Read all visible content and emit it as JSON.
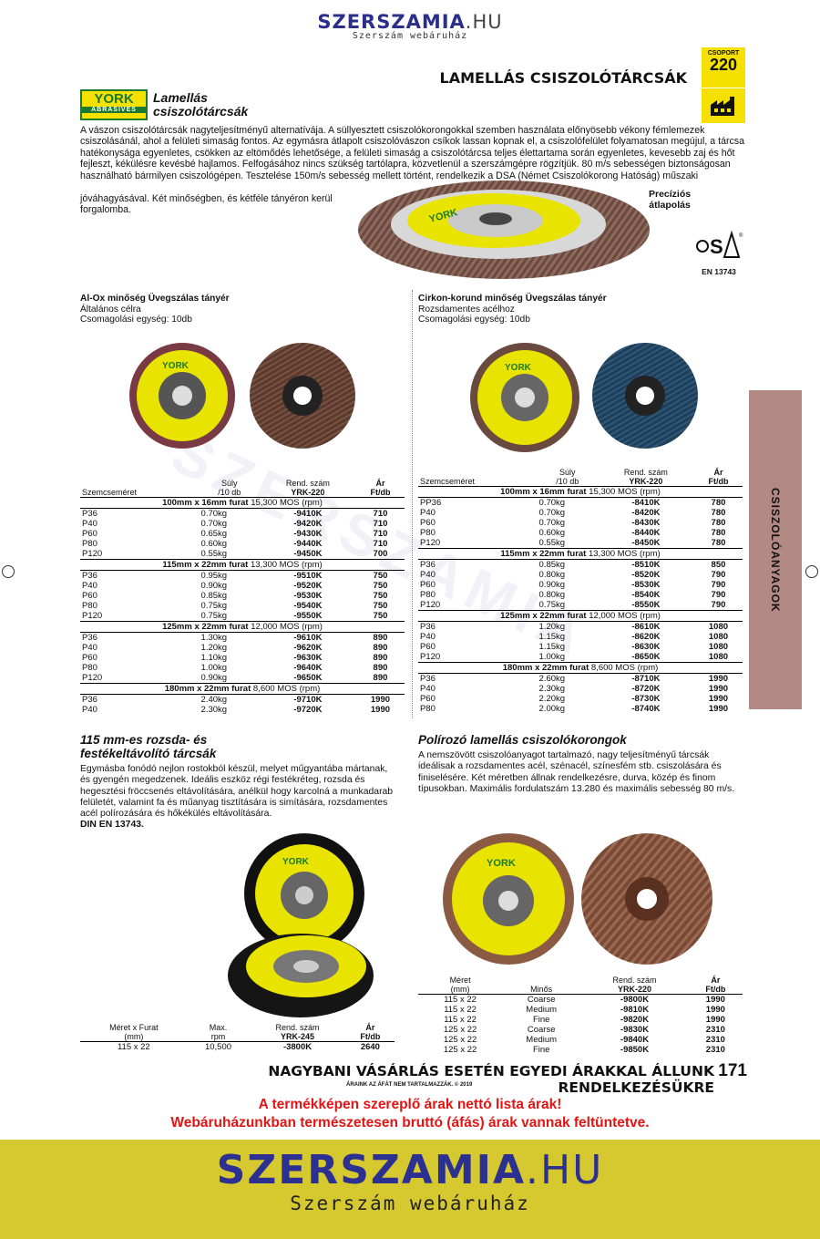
{
  "header": {
    "brand_main": "SZERSZAMIA",
    "brand_suffix": ".HU",
    "tagline": "Szerszám webáruház"
  },
  "category": {
    "title": "LAMELLÁS CSISZOLÓTÁRCSÁK",
    "group_label": "CSOPORT",
    "group_number": "220"
  },
  "brand_logo": {
    "line1": "YORK",
    "line2": "ABRASIVES"
  },
  "intro": {
    "title_line1": "Lamellás",
    "title_line2": "csiszolótárcsák",
    "text_p1": "A vászon csiszolótárcsák nagyteljesítményű alternatívája. A süllyesztett csiszolókorongokkal szemben használata előnyösebb vékony fémlemezek csiszolásánál, ahol a felületi simaság fontos. Az egymásra átlapolt csiszolóvászon csíkok lassan kopnak el, a csiszolófelület folyamatosan megújul, a tárcsa hatékonysága egyenletes, csökken az eltömődés lehetősége, a felületi simaság a csiszolótárcsa teljes élettartama során egyenletes, kevesebb zaj és hőt fejleszt, kékülésre kevésbé hajlamos. Felfogásához nincs szükség tartólapra, közvetlenül a szerszámgépre rögzítjük. 80 m/s sebességen biztonságosan használható bármilyen csiszológépen. Tesztelése 150m/s sebesség mellett történt, rendelkezik a DSA (Német Csiszolókorong Hatóság) műszaki",
    "text_p2": "jóváhagyásával. Két minőségben, és kétféle tányéron kerül forgalomba.",
    "precision_line1": "Precíziós",
    "precision_line2": "átlapolás",
    "osa_label": "EN 13743"
  },
  "left_table": {
    "heading": "Al-Ox minőség Üvegszálas tányér",
    "sub1": "Általános célra",
    "sub2": "Csomagolási egység: 10db",
    "headers": {
      "grit": "Szemcseméret",
      "weight1": "Súly",
      "weight2": "/10 db",
      "code1": "Rend. szám",
      "code2": "YRK-220",
      "price1": "Ár",
      "price2": "Ft/db"
    },
    "sections": [
      {
        "size": "100mm x 16mm furat",
        "speed": "15,300 MOS (rpm)",
        "rows": [
          [
            "P36",
            "0.70kg",
            "-9410K",
            "710"
          ],
          [
            "P40",
            "0.70kg",
            "-9420K",
            "710"
          ],
          [
            "P60",
            "0.65kg",
            "-9430K",
            "710"
          ],
          [
            "P80",
            "0.60kg",
            "-9440K",
            "710"
          ],
          [
            "P120",
            "0.55kg",
            "-9450K",
            "700"
          ]
        ]
      },
      {
        "size": "115mm x 22mm furat",
        "speed": "13,300 MOS (rpm)",
        "rows": [
          [
            "P36",
            "0.95kg",
            "-9510K",
            "750"
          ],
          [
            "P40",
            "0.90kg",
            "-9520K",
            "750"
          ],
          [
            "P60",
            "0.85kg",
            "-9530K",
            "750"
          ],
          [
            "P80",
            "0.75kg",
            "-9540K",
            "750"
          ],
          [
            "P120",
            "0.75kg",
            "-9550K",
            "750"
          ]
        ]
      },
      {
        "size": "125mm x 22mm furat",
        "speed": "12,000 MOS (rpm)",
        "rows": [
          [
            "P36",
            "1.30kg",
            "-9610K",
            "890"
          ],
          [
            "P40",
            "1.20kg",
            "-9620K",
            "890"
          ],
          [
            "P60",
            "1.10kg",
            "-9630K",
            "890"
          ],
          [
            "P80",
            "1.00kg",
            "-9640K",
            "890"
          ],
          [
            "P120",
            "0.90kg",
            "-9650K",
            "890"
          ]
        ]
      },
      {
        "size": "180mm x 22mm furat",
        "speed": "8,600 MOS (rpm)",
        "rows": [
          [
            "P36",
            "2.40kg",
            "-9710K",
            "1990"
          ],
          [
            "P40",
            "2.30kg",
            "-9720K",
            "1990"
          ]
        ]
      }
    ]
  },
  "right_table": {
    "heading": "Cirkon-korund minőség Üvegszálas tányér",
    "sub1": "Rozsdamentes acélhoz",
    "sub2": "Csomagolási egység: 10db",
    "headers": {
      "grit": "Szemcseméret",
      "weight1": "Súly",
      "weight2": "/10 db",
      "code1": "Rend. szám",
      "code2": "YRK-220",
      "price1": "Ár",
      "price2": "Ft/db"
    },
    "sections": [
      {
        "size": "100mm x 16mm furat",
        "speed": "15,300 MOS (rpm)",
        "rows": [
          [
            "PP36",
            "0.70kg",
            "-8410K",
            "780"
          ],
          [
            "P40",
            "0.70kg",
            "-8420K",
            "780"
          ],
          [
            "P60",
            "0.70kg",
            "-8430K",
            "780"
          ],
          [
            "P80",
            "0.60kg",
            "-8440K",
            "780"
          ],
          [
            "P120",
            "0.55kg",
            "-8450K",
            "780"
          ]
        ]
      },
      {
        "size": "115mm x 22mm furat",
        "speed": "13,300 MOS (rpm)",
        "rows": [
          [
            "P36",
            "0.85kg",
            "-8510K",
            "850"
          ],
          [
            "P40",
            "0.80kg",
            "-8520K",
            "790"
          ],
          [
            "P60",
            "0.90kg",
            "-8530K",
            "790"
          ],
          [
            "P80",
            "0.80kg",
            "-8540K",
            "790"
          ],
          [
            "P120",
            "0.75kg",
            "-8550K",
            "790"
          ]
        ]
      },
      {
        "size": "125mm x 22mm furat",
        "speed": "12,000 MOS (rpm)",
        "rows": [
          [
            "P36",
            "1.20kg",
            "-8610K",
            "1080"
          ],
          [
            "P40",
            "1.15kg",
            "-8620K",
            "1080"
          ],
          [
            "P60",
            "1.15kg",
            "-8630K",
            "1080"
          ],
          [
            "P120",
            "1.00kg",
            "-8650K",
            "1080"
          ]
        ]
      },
      {
        "size": "180mm x 22mm furat",
        "speed": "8,600 MOS (rpm)",
        "rows": [
          [
            "P36",
            "2.60kg",
            "-8710K",
            "1990"
          ],
          [
            "P40",
            "2.30kg",
            "-8720K",
            "1990"
          ],
          [
            "P60",
            "2.20kg",
            "-8730K",
            "1990"
          ],
          [
            "P80",
            "2.00kg",
            "-8740K",
            "1990"
          ]
        ]
      }
    ]
  },
  "side_tab": "CSISZOLÓANYAGOK",
  "rust_section": {
    "title_line1": "115 mm-es rozsda- és",
    "title_line2": "festékeltávolító tárcsák",
    "text": "Egymásba fonódó nejlon rostokból készül, melyet műgyantába mártanak, és gyengén megedzenek. Ideális eszköz régi festékréteg, rozsda és hegesztési fröccsenés eltávolítására, anélkül hogy karcolná a munkadarab felületét, valamint fa és műanyag tisztítására is simítására, rozsdamentes acél polírozására és hőkékülés eltávolítására.",
    "din": "DIN EN 13743.",
    "headers": {
      "size1": "Méret x Furat",
      "size2": "(mm)",
      "max1": "Max.",
      "max2": "rpm",
      "code1": "Rend. szám",
      "code2": "YRK-245",
      "price1": "Ár",
      "price2": "Ft/db"
    },
    "rows": [
      [
        "115 x 22",
        "10,500",
        "-3800K",
        "2640"
      ]
    ]
  },
  "polish_section": {
    "title": "Polírozó lamellás csiszolókorongok",
    "text": "A nemszövött csiszolóanyagot tartalmazó, nagy teljesítményű tárcsák ideálisak a rozsdamentes acél, szénacél, színesfém stb. csiszolására és finiselésére. Két méretben állnak rendelkezésre, durva, közép és finom típusokban. Maximális fordulatszám 13.280 és maximális sebesség 80 m/s.",
    "headers": {
      "size1": "Méret",
      "size2": "(mm)",
      "grade": "Minős",
      "code1": "Rend. szám",
      "code2": "YRK-220",
      "price1": "Ár",
      "price2": "Ft/db"
    },
    "rows": [
      [
        "115 x 22",
        "Coarse",
        "-9800K",
        "1990"
      ],
      [
        "115 x 22",
        "Medium",
        "-9810K",
        "1990"
      ],
      [
        "115 x 22",
        "Fine",
        "-9820K",
        "1990"
      ],
      [
        "125 x 22",
        "Coarse",
        "-9830K",
        "2310"
      ],
      [
        "125 x 22",
        "Medium",
        "-9840K",
        "2310"
      ],
      [
        "125 x 22",
        "Fine",
        "-9850K",
        "2310"
      ]
    ]
  },
  "footer": {
    "wholesale": "NAGYBANI VÁSÁRLÁS ESETÉN EGYEDI ÁRAKKAL ÁLLUNK RENDELKEZÉSÜKRE",
    "page_number": "171",
    "small": "ÁRAINK AZ ÁFÁT NEM TARTALMAZZÁK. © 2019",
    "red_line1": "A termékképen szereplő árak nettó lista árak!",
    "red_line2": "Webáruházunkban természetesen bruttó (áfás) árak vannak feltüntetve.",
    "brand_main": "SZERSZAMIA",
    "brand_suffix": ".HU",
    "tagline": "Szerszám webáruház"
  },
  "colors": {
    "brand_blue": "#2c3090",
    "badge_yellow": "#f5e000",
    "york_green": "#1b7a2e",
    "side_tab": "#b28a83",
    "notice_red": "#e21414",
    "band": "#d6c930"
  }
}
